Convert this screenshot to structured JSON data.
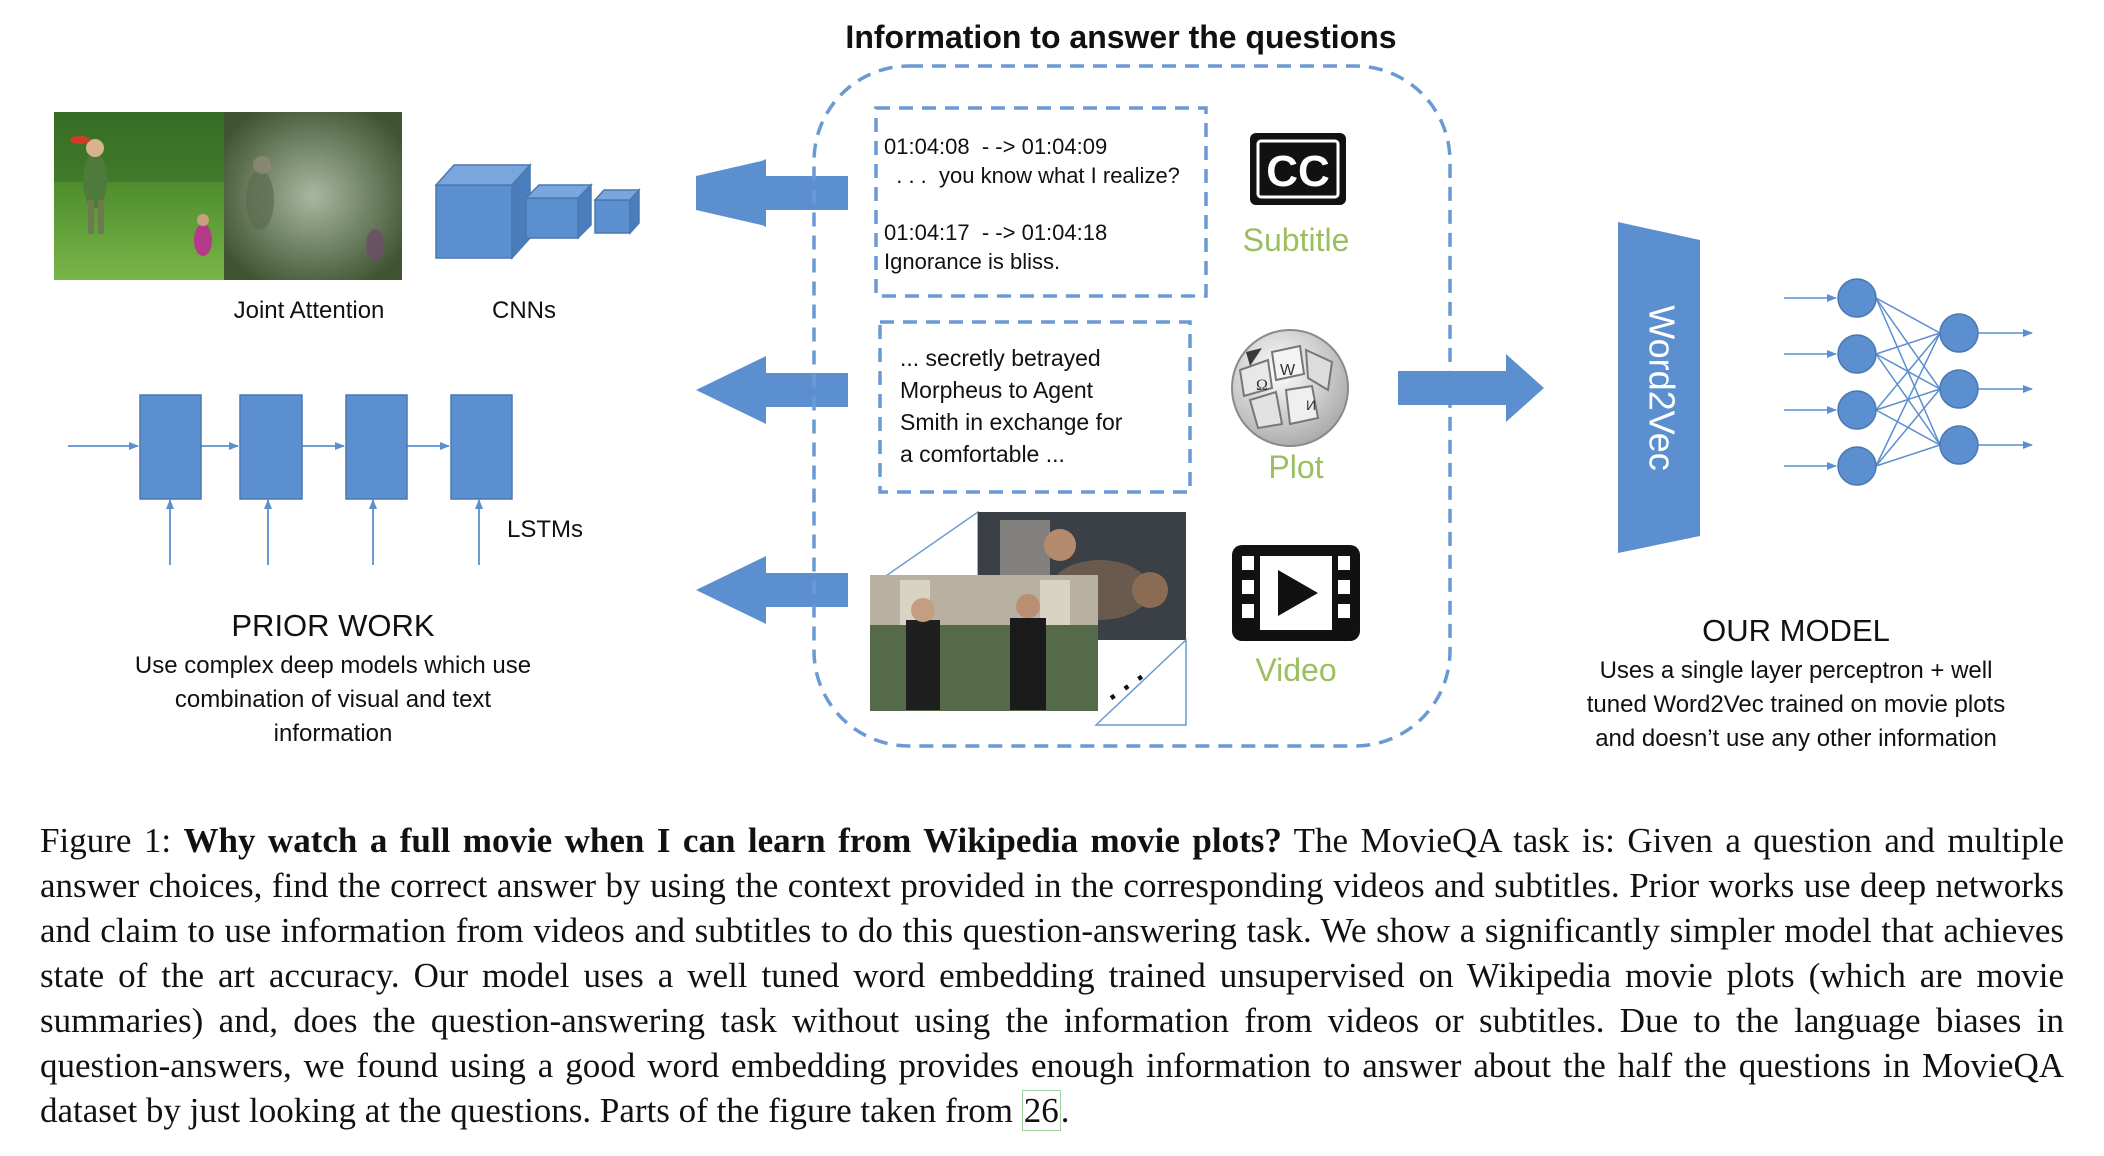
{
  "figure": {
    "header": "Information to answer the questions",
    "prior_work": {
      "joint_attention_label": "Joint Attention",
      "cnns_label": "CNNs",
      "lstms_label": "LSTMs",
      "title": "PRIOR WORK",
      "desc": [
        "Use complex deep models which use",
        "combination of visual and text",
        "information"
      ]
    },
    "subtitle_box": {
      "line1": "01:04:08  - -> 01:04:09",
      "line2": "  . . .  you know what I realize?",
      "line3": "01:04:17  - -> 01:04:18",
      "line4": "Ignorance is bliss.",
      "icon_text": "CC",
      "label": "Subtitle"
    },
    "plot_box": {
      "lines": [
        "...  secretly betrayed",
        "Morpheus to Agent",
        "Smith in exchange for",
        "a comfortable  ..."
      ],
      "label": "Plot"
    },
    "video_box": {
      "ellipsis": ". . .",
      "label": "Video"
    },
    "our_model": {
      "word2vec_label": "Word2Vec",
      "title": "OUR MODEL",
      "desc": [
        "Uses a single layer perceptron + well",
        "tuned Word2Vec trained on movie plots",
        "and doesn’t use any other information"
      ]
    },
    "colors": {
      "blue": "#5b8fd0",
      "green": "#9bbf5f",
      "dash": "#6a9ad4"
    }
  },
  "caption": {
    "prefix": "Figure 1: ",
    "bold": "Why watch a full movie when I can learn from Wikipedia movie plots?",
    "body": " The MovieQA task is: Given a question and multiple answer choices, find the correct answer by using the context provided in the corresponding videos and subtitles.  Prior works use deep networks and claim to use information from videos and subtitles to do this question-answering task. We show a significantly simpler model that achieves state of the art accuracy. Our model uses a well tuned word embedding trained unsupervised on Wikipedia movie plots (which are movie summaries) and, does the question-answering task without using the information from videos or subtitles. Due to the language biases in question-answers, we found using a good word embedding provides enough information to answer about the half the questions in MovieQA dataset by just looking at the questions. Parts of the figure taken from ",
    "cite": "26",
    "end": "."
  }
}
